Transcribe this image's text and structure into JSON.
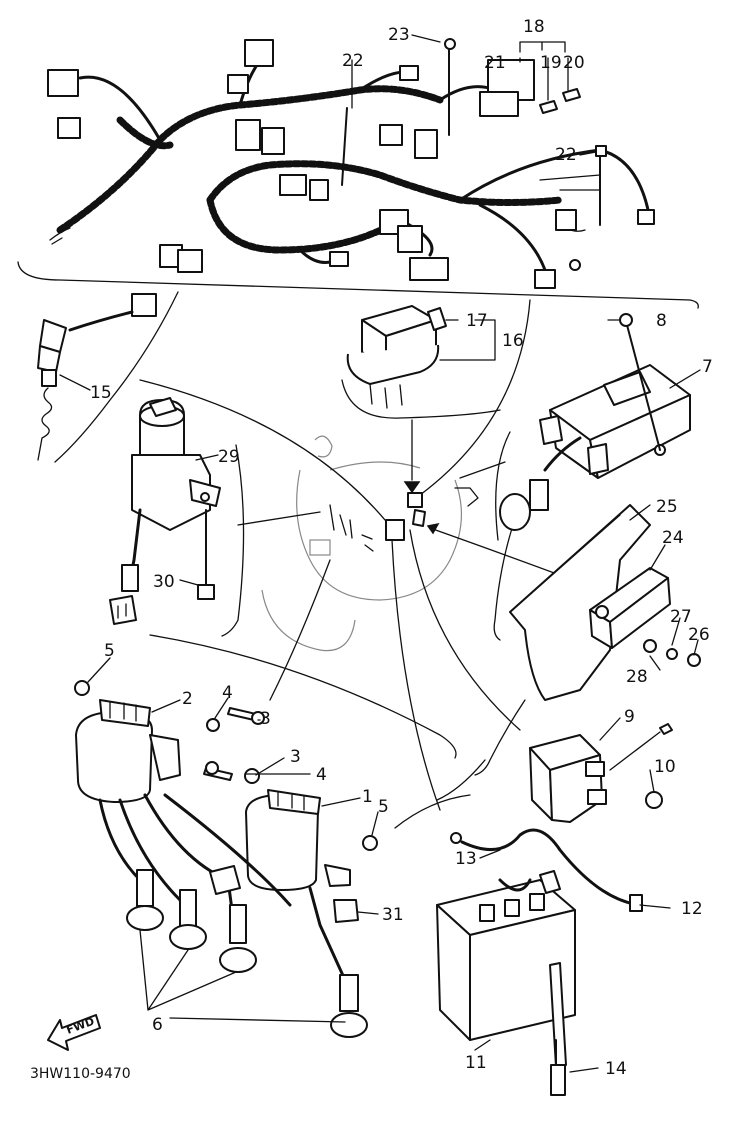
{
  "diagram": {
    "code": "3HW110-9470",
    "fwd_label": "FWD",
    "callouts": {
      "c1": "1",
      "c2": "2",
      "c3a": "3",
      "c3b": "3",
      "c4a": "4",
      "c4b": "4",
      "c5a": "5",
      "c5b": "5",
      "c6": "6",
      "c7": "7",
      "c8": "8",
      "c9": "9",
      "c10": "10",
      "c11": "11",
      "c12": "12",
      "c13": "13",
      "c14": "14",
      "c15": "15",
      "c16": "16",
      "c17": "17",
      "c18": "18",
      "c19": "19",
      "c20": "20",
      "c21": "21",
      "c22a": "22",
      "c22b": "22",
      "c23": "23",
      "c24": "24",
      "c25": "25",
      "c26": "26",
      "c27": "27",
      "c28": "28",
      "c29": "29",
      "c30": "30",
      "c31": "31"
    }
  }
}
